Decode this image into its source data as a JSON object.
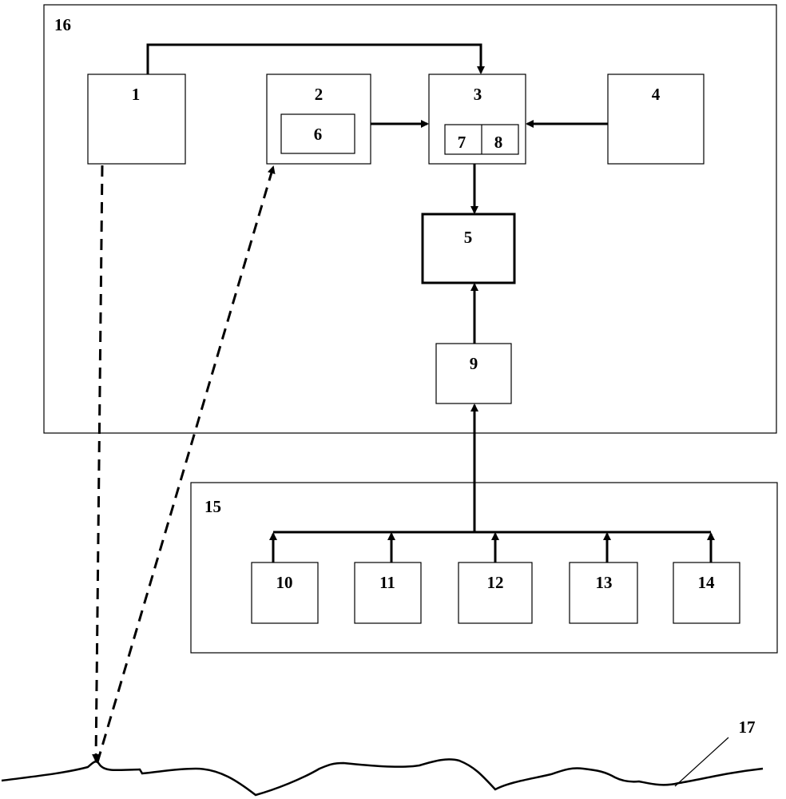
{
  "labels": {
    "block1": "1",
    "block2": "2",
    "block3": "3",
    "block4": "4",
    "block5": "5",
    "block6": "6",
    "block7": "7",
    "block8": "8",
    "block9": "9",
    "block10": "10",
    "block11": "11",
    "block12": "12",
    "block13": "13",
    "block14": "14",
    "group15": "15",
    "group16": "16",
    "surface17": "17"
  }
}
